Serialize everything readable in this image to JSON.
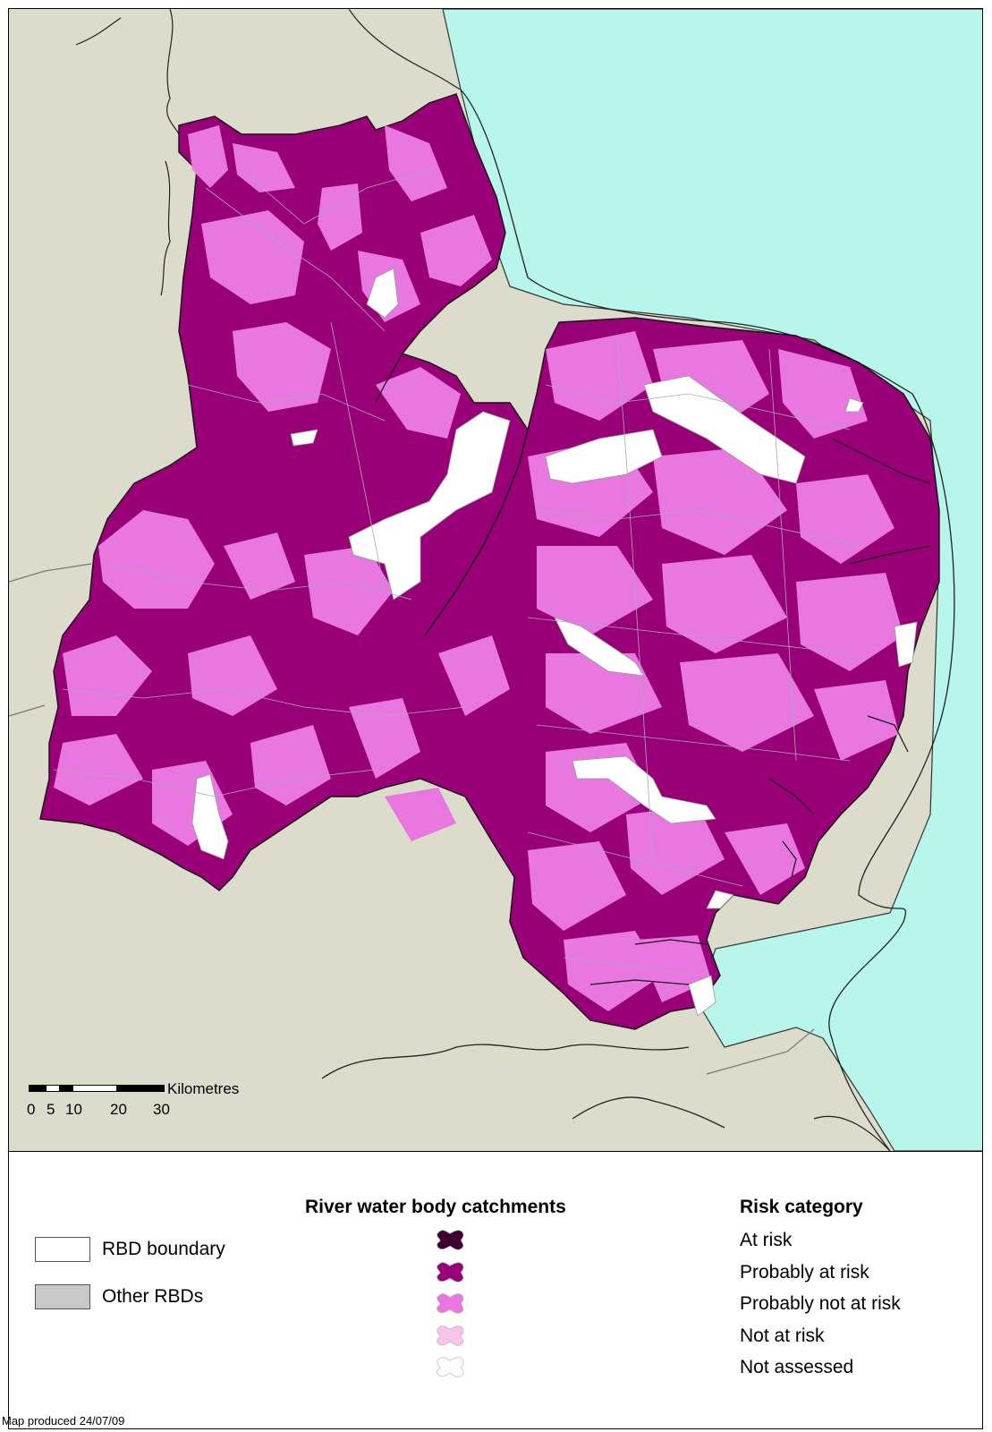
{
  "colors": {
    "sea": "#b8f5ea",
    "land_other": "#dcdccd",
    "at_risk": "#3d0030",
    "probably_at_risk": "#990077",
    "probably_not_at_risk": "#e878e0",
    "not_at_risk": "#f8c4ea",
    "not_assessed": "#ffffff",
    "catchment_lines": "#a7a8c6",
    "boundary": "#111111"
  },
  "map": {
    "scale_bar": {
      "unit_label": "Kilometres",
      "ticks": [
        "0",
        "5",
        "10",
        "20",
        "30"
      ]
    }
  },
  "legend": {
    "boundary_items": [
      {
        "label": "RBD boundary",
        "swatch": "#ffffff"
      },
      {
        "label": "Other RBDs",
        "swatch": "#c9c9c9"
      }
    ],
    "catchments_title": "River water body catchments",
    "risk_title": "Risk category",
    "risk_categories": [
      {
        "label": "At risk",
        "color": "#3d0030"
      },
      {
        "label": "Probably at risk",
        "color": "#990077"
      },
      {
        "label": "Probably not at risk",
        "color": "#e878e0"
      },
      {
        "label": "Not at risk",
        "color": "#f8c4ea"
      },
      {
        "label": "Not assessed",
        "color": "#ffffff"
      }
    ]
  },
  "footer": {
    "note": "Map produced 24/07/09"
  }
}
